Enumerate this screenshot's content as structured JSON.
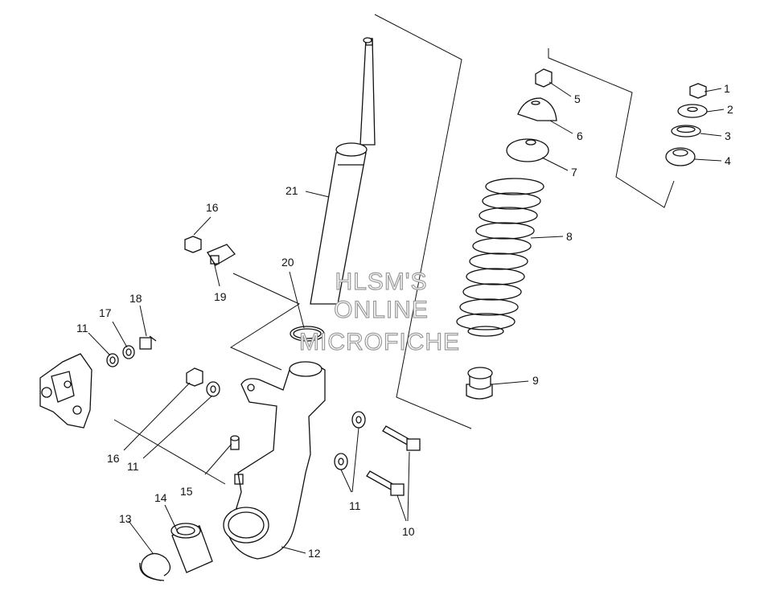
{
  "watermark": {
    "line1": "HLSM'S",
    "line2": "ONLINE",
    "line3": "MICROFICHE"
  },
  "callouts": {
    "c1": "1",
    "c2": "2",
    "c3": "3",
    "c4": "4",
    "c5": "5",
    "c6": "6",
    "c7": "7",
    "c8": "8",
    "c9": "9",
    "c10": "10",
    "c11a": "11",
    "c11b": "11",
    "c11c": "11",
    "c12": "12",
    "c13": "13",
    "c14": "14",
    "c15": "15",
    "c16a": "16",
    "c16b": "16",
    "c17": "17",
    "c18": "18",
    "c19": "19",
    "c20": "20",
    "c21": "21"
  }
}
